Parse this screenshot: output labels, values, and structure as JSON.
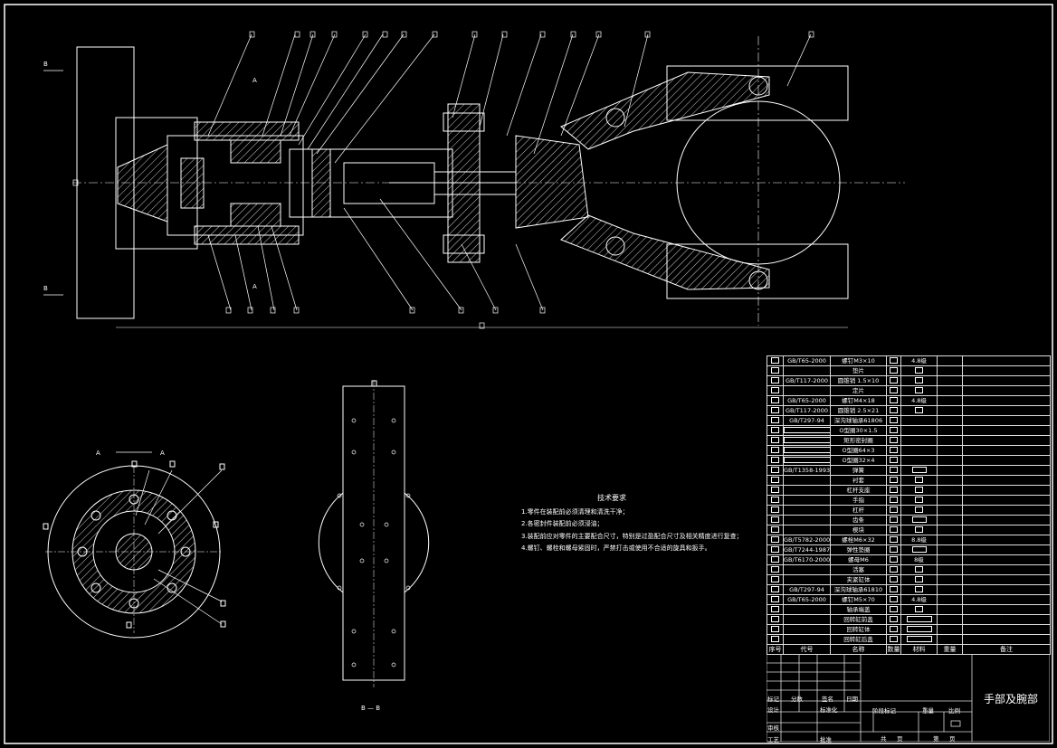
{
  "drawing": {
    "title": "手部及腕部",
    "section_labels": {
      "b_top": "B",
      "b_bottom": "B",
      "a_top": "A",
      "a_bottom": "A",
      "aa_left": "A",
      "aa_right": "A",
      "bb_view": "B — B"
    }
  },
  "technical_requirements": {
    "heading": "技术要求",
    "items": [
      "1.零件在装配前必须清理和清洗干净；",
      "2.各密封件装配前必须浸油；",
      "3.装配前应对零件的主要配合尺寸，特别是过盈配合尺寸及相关精度进行复查；",
      "4.螺钉、螺栓和螺母紧固时，严禁打击或使用不合适的旋具和扳手。"
    ]
  },
  "bom": {
    "headers": [
      "序号",
      "代号",
      "名称",
      "数量",
      "材料",
      "重量",
      "备注"
    ],
    "rows": [
      {
        "code": "GB/T65-2000",
        "name": "螺钉M3×10",
        "mat": "4.8级"
      },
      {
        "code": "",
        "name": "垫片",
        "mat": ""
      },
      {
        "code": "GB/T117-2000",
        "name": "圆锥销 1.5×10",
        "mat": ""
      },
      {
        "code": "",
        "name": "定片",
        "mat": ""
      },
      {
        "code": "GB/T65-2000",
        "name": "螺钉M4×18",
        "mat": "4.8级"
      },
      {
        "code": "GB/T117-2000",
        "name": "圆锥销 2.5×21",
        "mat": ""
      },
      {
        "code": "GB/T297-94",
        "name": "深沟球轴承61806",
        "mat": ""
      },
      {
        "code": "",
        "name": "O型圈30×1.5",
        "mat": ""
      },
      {
        "code": "",
        "name": "矩形密封圈",
        "mat": ""
      },
      {
        "code": "",
        "name": "O型圈64×3",
        "mat": ""
      },
      {
        "code": "",
        "name": "O型圈32×4",
        "mat": ""
      },
      {
        "code": "GB/T1358-1993",
        "name": "弹簧",
        "mat": ""
      },
      {
        "code": "",
        "name": "衬套",
        "mat": ""
      },
      {
        "code": "",
        "name": "杠杆支座",
        "mat": ""
      },
      {
        "code": "",
        "name": "手指",
        "mat": ""
      },
      {
        "code": "",
        "name": "杠杆",
        "mat": ""
      },
      {
        "code": "",
        "name": "齿条",
        "mat": ""
      },
      {
        "code": "",
        "name": "楔块",
        "mat": ""
      },
      {
        "code": "GB/T5782-2000",
        "name": "螺栓M6×32",
        "mat": "8.8级"
      },
      {
        "code": "GB/T7244-1987",
        "name": "弹性垫圈",
        "mat": ""
      },
      {
        "code": "GB/T6170-2000",
        "name": "螺母M6",
        "mat": "8级"
      },
      {
        "code": "",
        "name": "活塞",
        "mat": ""
      },
      {
        "code": "",
        "name": "夹紧缸体",
        "mat": ""
      },
      {
        "code": "GB/T297-94",
        "name": "深沟球轴承61810",
        "mat": ""
      },
      {
        "code": "GB/T65-2000",
        "name": "螺钉M5×70",
        "mat": "4.8级"
      },
      {
        "code": "",
        "name": "轴承端盖",
        "mat": ""
      },
      {
        "code": "",
        "name": "回转缸前盖",
        "mat": ""
      },
      {
        "code": "",
        "name": "回转缸体",
        "mat": ""
      },
      {
        "code": "",
        "name": "回转缸后盖",
        "mat": ""
      }
    ]
  },
  "title_block": {
    "biaoji": "标记",
    "fenshu": "分数",
    "qianming": "签名",
    "riqi": "日期",
    "sheji": "设计",
    "biaozhunhua": "标准化",
    "jieduan": "阶段标记",
    "zhongliang": "重量",
    "bili": "比例",
    "shenhe": "审核",
    "gongyi": "工艺",
    "pizhun": "批准",
    "gong": "共",
    "ye": "页",
    "di": "第",
    "ye2": "页"
  }
}
